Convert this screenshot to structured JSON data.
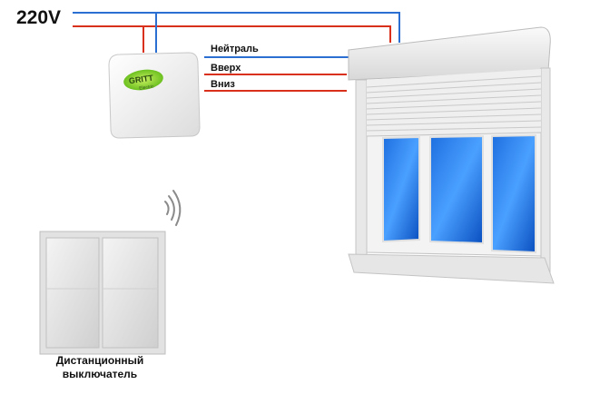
{
  "supply": {
    "voltage_label": "220V"
  },
  "wires": {
    "neutral_label": "Нейтраль",
    "up_label": "Вверх",
    "down_label": "Вниз",
    "colors": {
      "phase": "#d9301c",
      "neutral": "#2b6fd3"
    }
  },
  "controller": {
    "brand": "GRITT",
    "sub": "Electric",
    "icon": "controller-box-icon"
  },
  "wireless": {
    "icon": "wireless-signal-icon"
  },
  "remote_switch": {
    "icon": "wall-switch-icon",
    "caption_line1": "Дистанционный",
    "caption_line2": "выключатель"
  },
  "window": {
    "icon": "roller-shutter-window-icon"
  }
}
